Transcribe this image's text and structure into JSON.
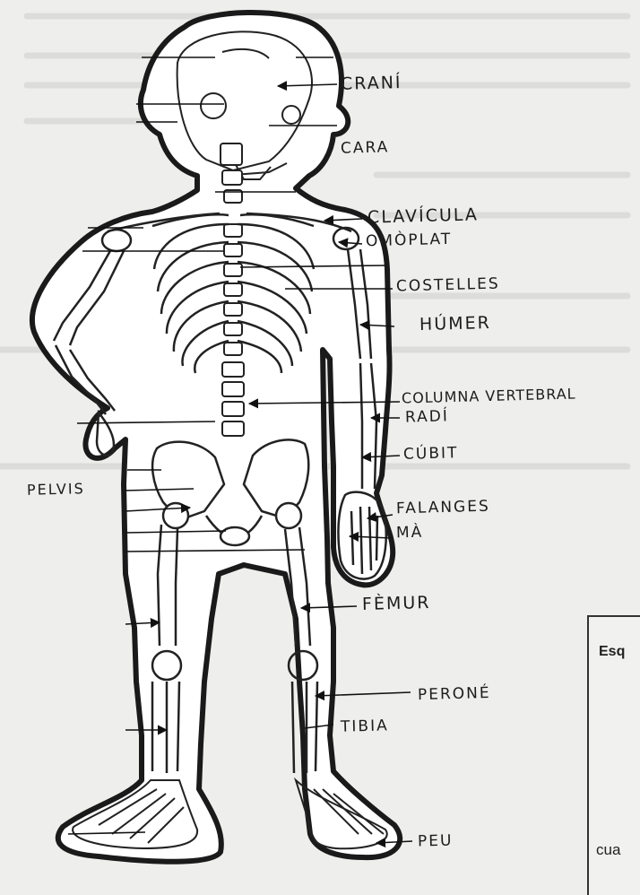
{
  "labels": {
    "crani": "CRANÍ",
    "cara": "CARA",
    "clavicula": "CLAVÍCULA",
    "omoplat": "OMÒPLAT",
    "costelles": "COSTELLES",
    "humer": "HÚMER",
    "columna": "COLUMNA VERTEBRAL",
    "radi": "RADÍ",
    "cubit": "CÚBIT",
    "pelvis": "PELVIS",
    "falanges": "FALANGES",
    "ma": "MÀ",
    "femur": "FÈMUR",
    "perone": "PERONÉ",
    "tibia": "TIBIA",
    "peu": "PEU"
  },
  "side_panel": {
    "title": "Esq",
    "bottom_text": "cua"
  }
}
